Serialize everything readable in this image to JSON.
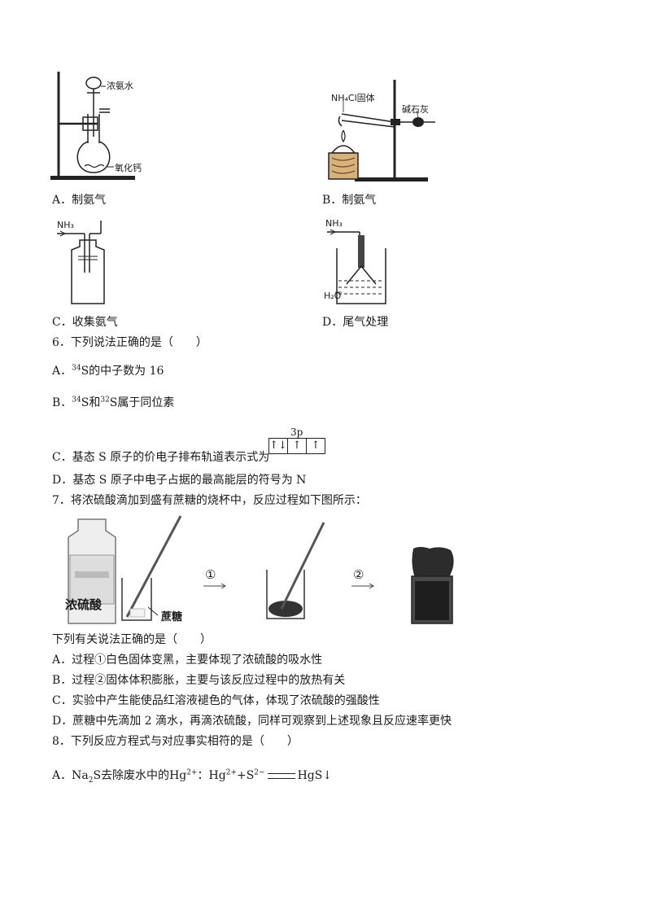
{
  "q5": {
    "A": {
      "caption": "A．制氨气",
      "label1": "浓氨水",
      "label2": "氧化钙"
    },
    "B": {
      "caption": "B．制氨气",
      "label1": "NH₄Cl固体",
      "label2": "碱石灰"
    },
    "C": {
      "caption": "C．收集氨气",
      "label1": "NH₃"
    },
    "D": {
      "caption": "D．尾气处理",
      "label1": "NH₃",
      "label2": "H₂O"
    }
  },
  "q6": {
    "stem": "6．下列说法正确的是（　　）",
    "A": {
      "pre": "A．",
      "mass": "34",
      "post": "S的中子数为 16"
    },
    "B": {
      "pre": "B．",
      "mass1": "34",
      "mid": "S和",
      "mass2": "32",
      "post": "S属于同位素"
    },
    "C": {
      "text": "C．基态 S 原子的价电子排布轨道表示式为",
      "orbital_label": "3p",
      "orbital_boxes": [
        "↑↓",
        "↑",
        "↑"
      ]
    },
    "D": {
      "text": "D．基态 S 原子中电子占据的最高能层的符号为 N"
    }
  },
  "q7": {
    "stem": "7．将浓硫酸滴加到盛有蔗糖的烧杯中，反应过程如下图所示：",
    "bottle_label": "浓硫酸",
    "sugar_label": "蔗糖",
    "step1": "①",
    "step2": "②",
    "question": "下列有关说法正确的是（　　）",
    "options": [
      "A．过程①白色固体变黑，主要体现了浓硫酸的吸水性",
      "B．过程②固体体积膨胀，主要与该反应过程中的放热有关",
      "C．实验中产生能使品红溶液褪色的气体，体现了浓硫酸的强酸性",
      "D．蔗糖中先滴加 2 滴水，再滴浓硫酸，同样可观察到上述现象且反应速率更快"
    ]
  },
  "q8": {
    "stem": "8．下列反应方程式与对应事实相符的是（　　）",
    "A": {
      "pre": "A．",
      "reagent": "Na",
      "reagent_sub": "2",
      "reagent_post": "S",
      "mid": "去除废水中的",
      "ion": "Hg",
      "ion_sup": "2+",
      "eq1": "：Hg",
      "eq1_sup": "2+",
      "eq2": "+S",
      "eq2_sup": "2−",
      "product": "HgS↓"
    }
  }
}
